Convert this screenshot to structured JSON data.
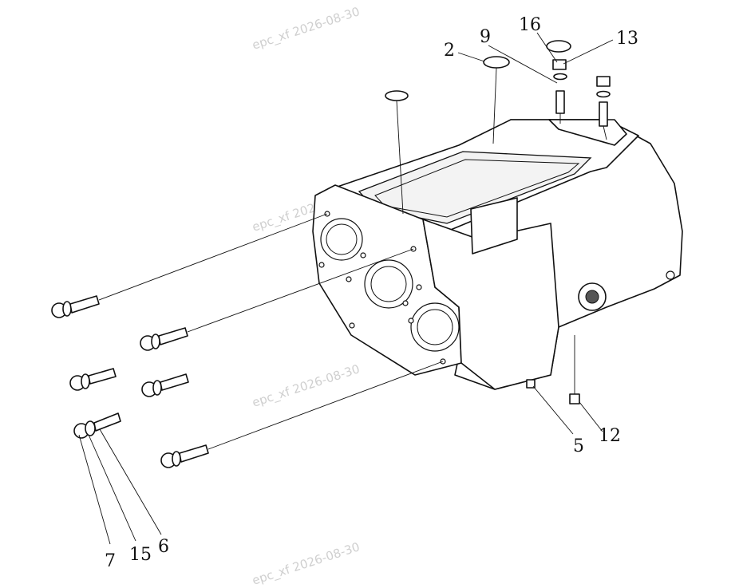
{
  "watermark": "epc_xf  2026-08-30",
  "callouts": {
    "c2": "2",
    "c9": "9",
    "c16": "16",
    "c13": "13",
    "c5": "5",
    "c12": "12",
    "c7": "7",
    "c15": "15",
    "c6": "6"
  }
}
